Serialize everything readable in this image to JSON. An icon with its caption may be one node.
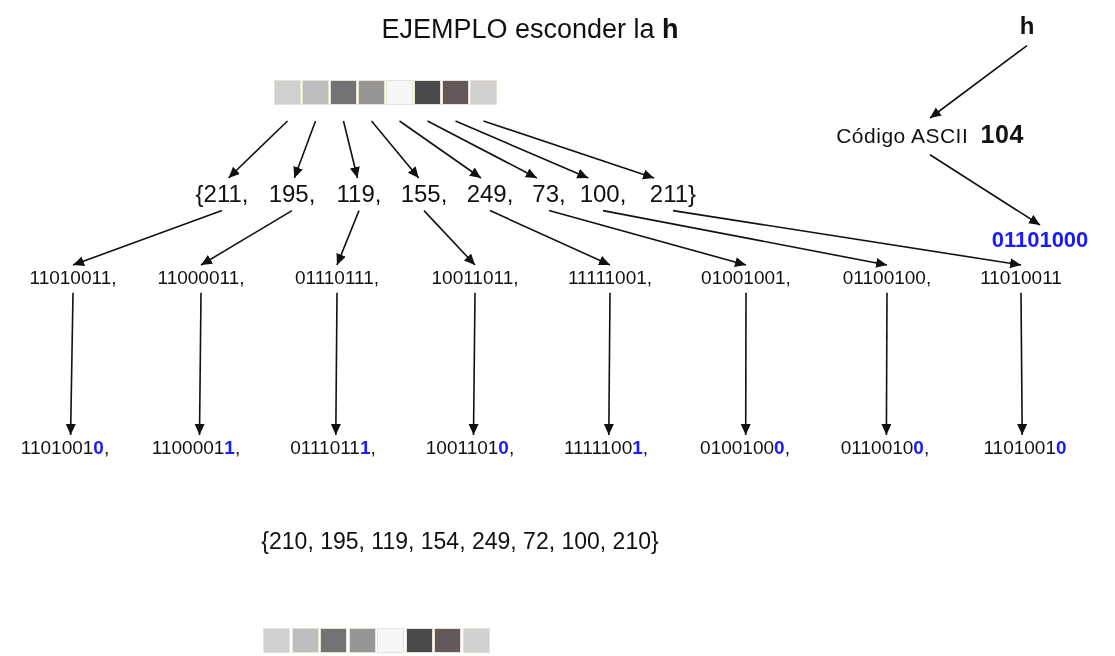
{
  "diagram": {
    "title": "EJEMPLO esconder la **h**",
    "nodes": [
      {
        "text": [],
        "shape": "box"
      },
      {
        "text": [],
        "shape": "box"
      },
      {
        "text": [],
        "shape": "box"
      },
      {
        "text": [],
        "shape": "box"
      },
      {
        "text": [],
        "shape": "box"
      },
      {
        "text": [],
        "shape": "box"
      },
      {
        "text": [],
        "shape": "box"
      },
      {
        "text": [],
        "shape": "box"
      },
      {
        "text": [
          "{211,"
        ]
      },
      {
        "text": [
          "195,"
        ]
      },
      {
        "text": [
          "119,"
        ]
      },
      {
        "text": [
          "155,"
        ]
      },
      {
        "text": [
          "249,"
        ]
      },
      {
        "text": [
          "73,"
        ]
      },
      {
        "text": [
          "100,"
        ]
      },
      {
        "text": [
          "211}"
        ]
      },
      {
        "text": [
          "11010011,"
        ]
      },
      {
        "text": [
          "11000011,"
        ]
      },
      {
        "text": [
          "01110111,"
        ]
      },
      {
        "text": [
          "10011011,"
        ]
      },
      {
        "text": [
          "11111001,"
        ]
      },
      {
        "text": [
          "01001001,"
        ]
      },
      {
        "text": [
          "01100100,"
        ]
      },
      {
        "text": [
          "11010011"
        ]
      },
      {
        "text": [
          "1101001**0**,"
        ]
      },
      {
        "text": [
          "1100001**1**,"
        ]
      },
      {
        "text": [
          "0111011**1**,"
        ]
      },
      {
        "text": [
          "1001101**0**,"
        ]
      },
      {
        "text": [
          "1111100**1**,"
        ]
      },
      {
        "text": [
          "0100100**0**,"
        ]
      },
      {
        "text": [
          "0110010**0**,"
        ]
      },
      {
        "text": [
          "1101001**0**"
        ]
      },
      {
        "text": [
          "h"
        ]
      },
      {
        "text": [
          "Código ASCII **104**"
        ]
      },
      {
        "text": [
          "01101000"
        ]
      },
      {
        "text": [],
        "shape": "box"
      },
      {
        "text": [],
        "shape": "box"
      },
      {
        "text": [],
        "shape": "box"
      },
      {
        "text": [],
        "shape": "box"
      },
      {
        "text": [],
        "shape": "box"
      },
      {
        "text": [],
        "shape": "box"
      },
      {
        "text": [],
        "shape": "box"
      },
      {
        "text": [],
        "shape": "box"
      }
    ],
    "edges": [
      {
        "from": 0,
        "to": 8,
        "arrow": "to"
      },
      {
        "from": 1,
        "to": 9,
        "arrow": "to"
      },
      {
        "from": 2,
        "to": 10,
        "arrow": "to"
      },
      {
        "from": 3,
        "to": 11,
        "arrow": "to"
      },
      {
        "from": 4,
        "to": 12,
        "arrow": "to"
      },
      {
        "from": 5,
        "to": 13,
        "arrow": "to"
      },
      {
        "from": 6,
        "to": 14,
        "arrow": "to"
      },
      {
        "from": 7,
        "to": 15,
        "arrow": "to"
      },
      {
        "from": 8,
        "to": 16,
        "arrow": "to"
      },
      {
        "from": 9,
        "to": 17,
        "arrow": "to"
      },
      {
        "from": 10,
        "to": 18,
        "arrow": "to"
      },
      {
        "from": 11,
        "to": 19,
        "arrow": "to"
      },
      {
        "from": 12,
        "to": 20,
        "arrow": "to"
      },
      {
        "from": 13,
        "to": 21,
        "arrow": "to"
      },
      {
        "from": 14,
        "to": 22,
        "arrow": "to"
      },
      {
        "from": 15,
        "to": 23,
        "arrow": "to"
      },
      {
        "from": 16,
        "to": 24,
        "arrow": "to"
      },
      {
        "from": 17,
        "to": 25,
        "arrow": "to"
      },
      {
        "from": 18,
        "to": 26,
        "arrow": "to"
      },
      {
        "from": 19,
        "to": 27,
        "arrow": "to"
      },
      {
        "from": 20,
        "to": 28,
        "arrow": "to"
      },
      {
        "from": 21,
        "to": 29,
        "arrow": "to"
      },
      {
        "from": 22,
        "to": 30,
        "arrow": "to"
      },
      {
        "from": 23,
        "to": 31,
        "arrow": "to"
      },
      {
        "from": 32,
        "to": 33,
        "arrow": "to"
      },
      {
        "from": 33,
        "to": 34,
        "arrow": "to"
      }
    ],
    "labels": [
      "{210, 195, 119, 154, 249, 72, 100, 210}"
    ]
  }
}
